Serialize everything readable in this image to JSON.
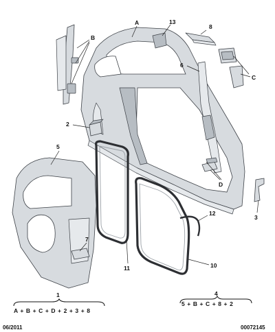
{
  "callouts": {
    "a": "A",
    "b": "B",
    "c": "C",
    "d": "D",
    "n1": "1",
    "n2": "2",
    "n3": "3",
    "n4": "4",
    "n5": "5",
    "n6": "6",
    "n7": "7",
    "n8": "8",
    "n10": "10",
    "n11": "11",
    "n12": "12",
    "n13": "13"
  },
  "formulas": {
    "f1": "A + B + C + D + 2 + 3 + 8",
    "f4": "5 + B + C + 8 + 2"
  },
  "footer": {
    "date": "06/2011",
    "ref": "00072145"
  }
}
